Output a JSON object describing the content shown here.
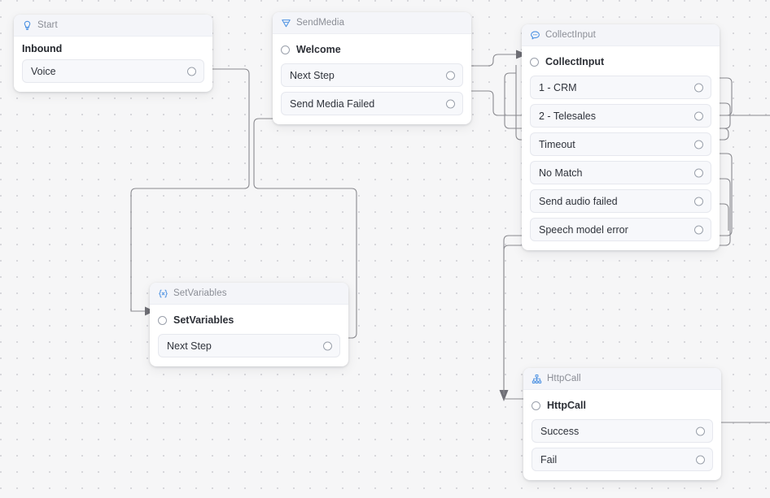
{
  "canvas": {
    "background_color": "#f6f6f7",
    "grid_dot_color": "#d7d7db",
    "edge_color": "#8a8a8f"
  },
  "nodes": [
    {
      "id": "start",
      "header_title": "Start",
      "icon": "lightbulb-icon",
      "icon_color": "#4a90e2",
      "section_label": "Inbound",
      "outputs": [
        {
          "label": "Voice"
        }
      ]
    },
    {
      "id": "sendmedia",
      "header_title": "SendMedia",
      "icon": "send-plane-icon",
      "icon_color": "#4a90e2",
      "input_label": "Welcome",
      "outputs": [
        {
          "label": "Next Step"
        },
        {
          "label": "Send Media Failed"
        }
      ]
    },
    {
      "id": "collectinput",
      "header_title": "CollectInput",
      "icon": "speech-bubble-icon",
      "icon_color": "#4a90e2",
      "input_label": "CollectInput",
      "outputs": [
        {
          "label": "1 - CRM"
        },
        {
          "label": "2 - Telesales"
        },
        {
          "label": "Timeout"
        },
        {
          "label": "No Match"
        },
        {
          "label": "Send audio failed"
        },
        {
          "label": "Speech model error"
        }
      ]
    },
    {
      "id": "setvariables",
      "header_title": "SetVariables",
      "icon": "braces-x-icon",
      "icon_color": "#4a90e2",
      "input_label": "SetVariables",
      "outputs": [
        {
          "label": "Next Step"
        }
      ]
    },
    {
      "id": "httpcall",
      "header_title": "HttpCall",
      "icon": "sitemap-icon",
      "icon_color": "#4a90e2",
      "input_label": "HttpCall",
      "outputs": [
        {
          "label": "Success"
        },
        {
          "label": "Fail"
        }
      ]
    }
  ]
}
